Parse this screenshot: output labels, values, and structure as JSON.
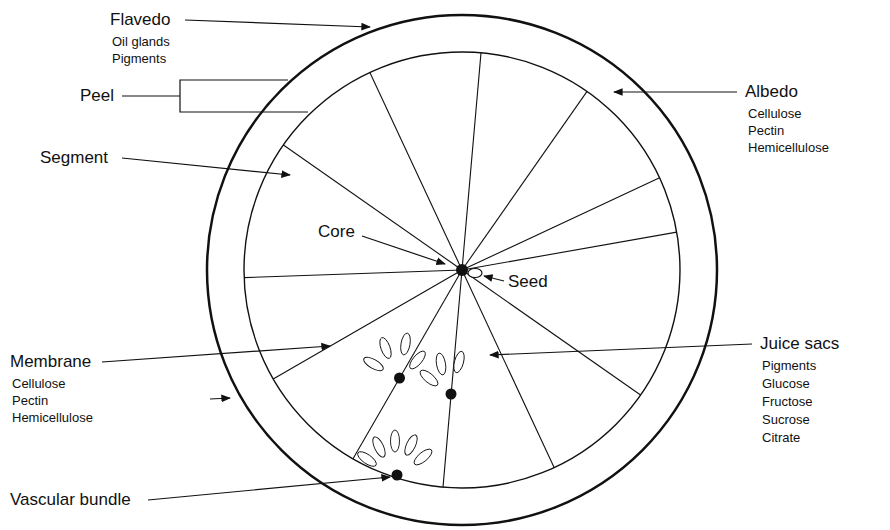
{
  "diagram": {
    "labels": [
      "Flavedo",
      "Oil glands",
      "Pigments",
      "Peel",
      "Segment",
      "Core",
      "Seed",
      "Albedo",
      "Cellulose",
      "Pectin",
      "Hemicellulose",
      "Membrane",
      "Cellulose",
      "Pectin",
      "Hemicellulose",
      "Vascular bundle",
      "Juice sacs",
      "Pigments",
      "Glucose",
      "Fructose",
      "Sucrose",
      "Citrate"
    ]
  }
}
